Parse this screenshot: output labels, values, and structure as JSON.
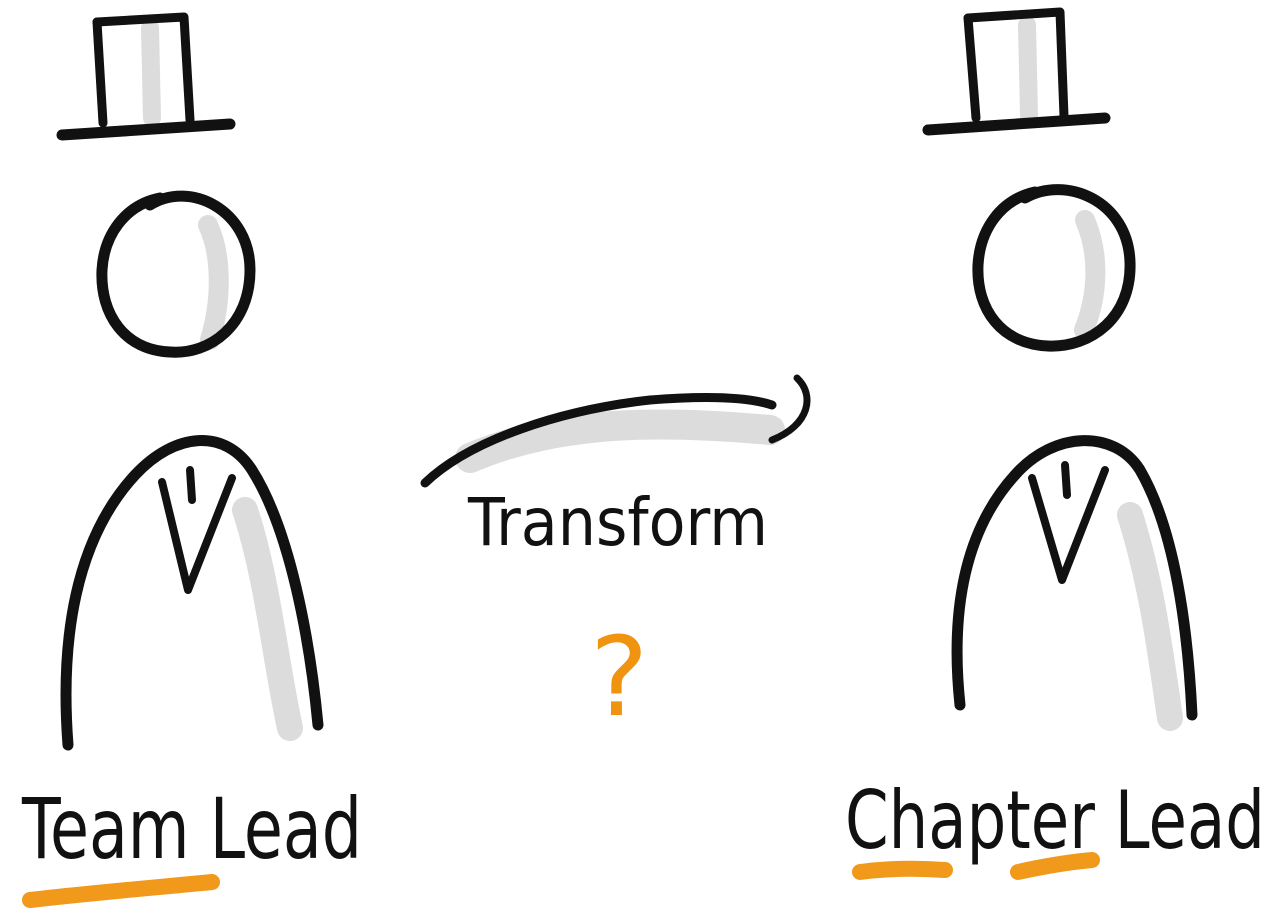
{
  "diagram": {
    "left_figure": {
      "label": "Team Lead",
      "icons": [
        "top-hat-icon",
        "head-icon",
        "suit-body-icon",
        "tie-icon"
      ]
    },
    "right_figure": {
      "label": "Chapter Lead",
      "icons": [
        "top-hat-icon",
        "head-icon",
        "suit-body-icon",
        "tie-icon"
      ]
    },
    "connector": {
      "label": "Transform",
      "icon": "curved-arrow-icon"
    },
    "question_mark": "?",
    "colors": {
      "ink": "#111111",
      "shade": "#d6d6d6",
      "accent": "#f0930e",
      "background": "#ffffff"
    }
  }
}
